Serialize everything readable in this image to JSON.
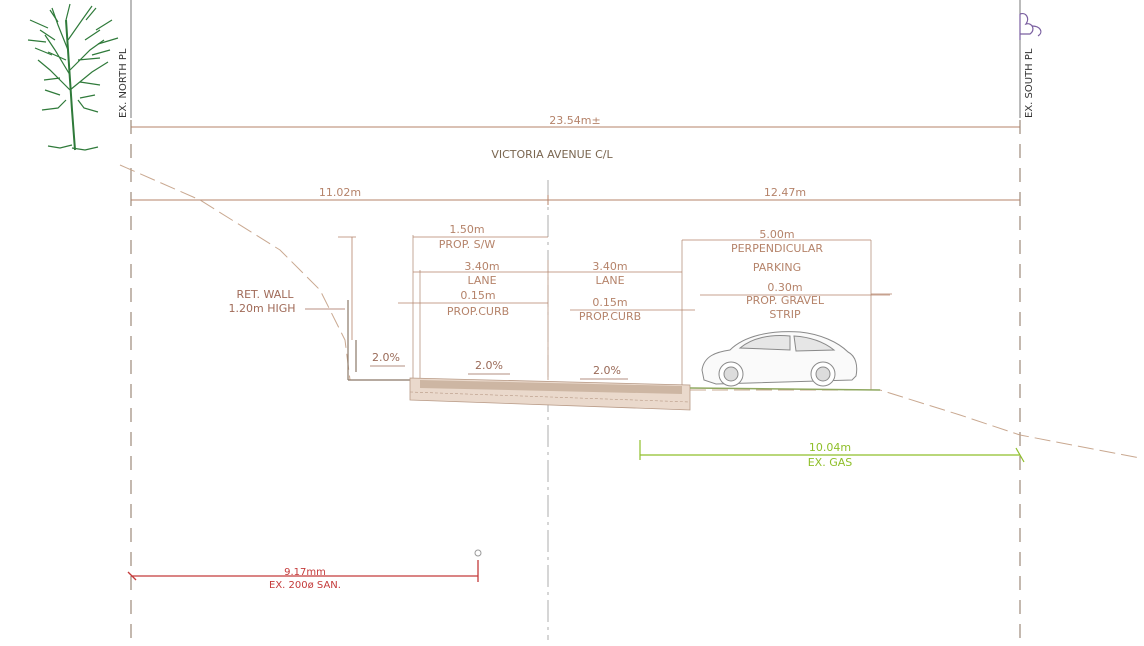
{
  "drawing": {
    "colors": {
      "dimension": "#b5836a",
      "text": "#7a6650",
      "grade": "#c9a890",
      "pavement": "#cdb6a3",
      "tree": "#2f7a3a",
      "gas": "#8fbf2a",
      "sanitary": "#c43a3a",
      "car": "#8a8a8a",
      "propertyline": "#9c8a7a",
      "markers": "#7a5fa0"
    },
    "property_lines": {
      "north": "EX. NORTH PL",
      "south": "EX. SOUTH PL"
    },
    "overall_width": "23.54m±",
    "centerline": "VICTORIA AVENUE C/L",
    "left_half": "11.02m",
    "right_half": "12.47m",
    "sidewalk": {
      "width": "1.50m",
      "label": "PROP. S/W"
    },
    "lane_left": {
      "width": "3.40m",
      "label": "LANE"
    },
    "lane_right": {
      "width": "3.40m",
      "label": "LANE"
    },
    "curb_left": {
      "width": "0.15m",
      "label": "PROP.CURB"
    },
    "curb_right": {
      "width": "0.15m",
      "label": "PROP.CURB"
    },
    "parking": {
      "width": "5.00m",
      "label_1": "PERPENDICULAR",
      "label_2": "PARKING"
    },
    "gravel": {
      "width": "0.30m",
      "label_1": "PROP. GRAVEL",
      "label_2": "STRIP"
    },
    "retaining_wall": {
      "label_1": "RET. WALL",
      "label_2": "1.20m HIGH"
    },
    "grades": {
      "sidewalk": "2.0%",
      "lane_left": "2.0%",
      "lane_right": "2.0%"
    },
    "gas": {
      "width": "10.04m",
      "label": "EX. GAS"
    },
    "sanitary": {
      "width": "9.17mm",
      "label": "EX. 200ø SAN."
    }
  }
}
